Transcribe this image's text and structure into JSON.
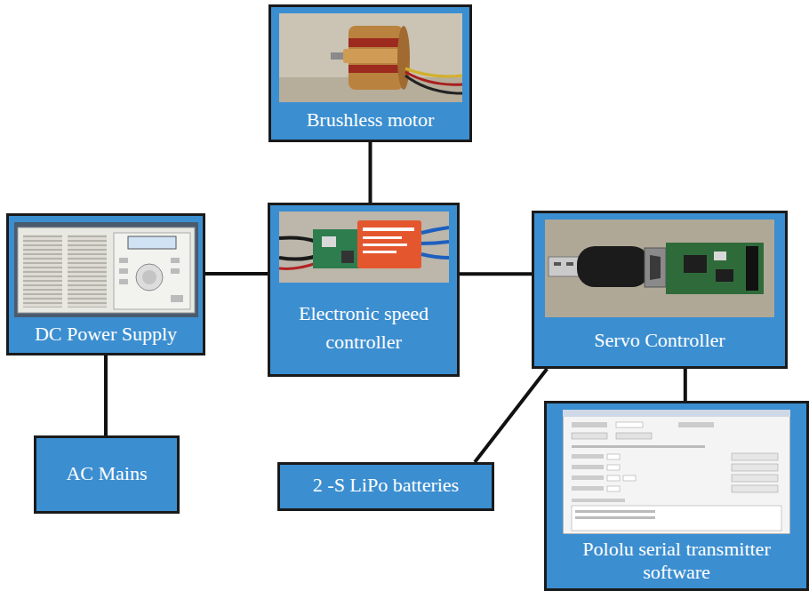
{
  "diagram": {
    "nodes": [
      {
        "text": [
          "Brushless motor"
        ]
      },
      {
        "text": [
          "DC Power Supply"
        ]
      },
      {
        "text": [
          "Electronic speed controller"
        ]
      },
      {
        "text": [
          "Servo Controller"
        ]
      },
      {
        "text": [
          "AC Mains"
        ]
      },
      {
        "text": [
          "2 -S LiPo batteries"
        ]
      },
      {
        "text": [
          "Pololu serial transmitter software"
        ]
      }
    ],
    "edges": [
      {
        "from": 0,
        "to": 2,
        "arrow": "none"
      },
      {
        "from": 1,
        "to": 2,
        "arrow": "none"
      },
      {
        "from": 2,
        "to": 3,
        "arrow": "none"
      },
      {
        "from": 1,
        "to": 4,
        "arrow": "none"
      },
      {
        "from": 3,
        "to": 5,
        "arrow": "none"
      },
      {
        "from": 3,
        "to": 6,
        "arrow": "none"
      }
    ]
  }
}
